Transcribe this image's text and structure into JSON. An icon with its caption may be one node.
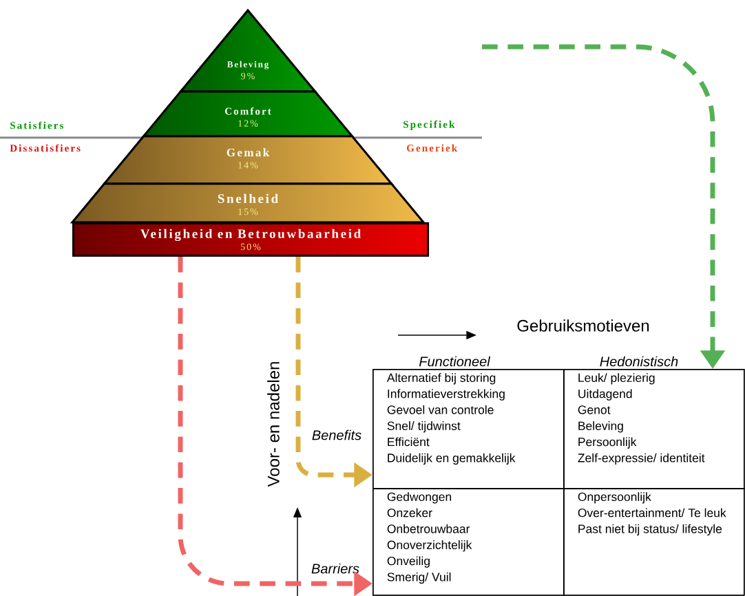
{
  "diagram": {
    "nodes": [
      {
        "text": [
          "Beleving",
          "9%"
        ]
      },
      {
        "text": [
          "Comfort",
          "12%"
        ]
      },
      {
        "text": [
          "Gemak",
          "14%"
        ]
      },
      {
        "text": [
          "Snelheid",
          "15%"
        ]
      },
      {
        "text": [
          "Veiligheid en Betrouwbaarheid",
          "50%"
        ]
      },
      {
        "text": [
          "Alternatief bij storing",
          "Informatieverstrekking",
          "Gevoel van controle",
          "Snel/ tijdwinst",
          "Efficiënt",
          "Duidelijk en gemakkelijk"
        ]
      },
      {
        "text": [
          "Leuk/ plezierig",
          "Uitdagend",
          "Genot",
          "Beleving",
          "Persoonlijk",
          "Zelf-expressie/ identiteit"
        ]
      },
      {
        "text": [
          "Gedwongen",
          "Onzeker",
          "Onbetrouwbaar",
          "Onoverzichtelijk",
          "Onveilig",
          "Smerig/ Vuil"
        ]
      },
      {
        "text": [
          "Onpersoonlijk",
          "Over-entertainment/ Te leuk",
          "Past niet bij status/ lifestyle"
        ]
      }
    ],
    "edges": [
      {
        "from": null,
        "to": 6,
        "arrow": "to",
        "style": "dashed",
        "color": "#55b055"
      },
      {
        "from": 4,
        "to": 5,
        "arrow": "to",
        "style": "dashed",
        "color": "#d9b040"
      },
      {
        "from": 4,
        "to": 7,
        "arrow": "to",
        "style": "dashed",
        "color": "#f06464"
      }
    ],
    "labels": [
      "Satisfiers",
      "Specifiek",
      "Dissatisfiers",
      "Generiek",
      "Gebruiksmotieven",
      "Voor- en nadelen",
      "Functioneel",
      "Hedonistisch",
      "Benefits",
      "Barriers"
    ]
  }
}
